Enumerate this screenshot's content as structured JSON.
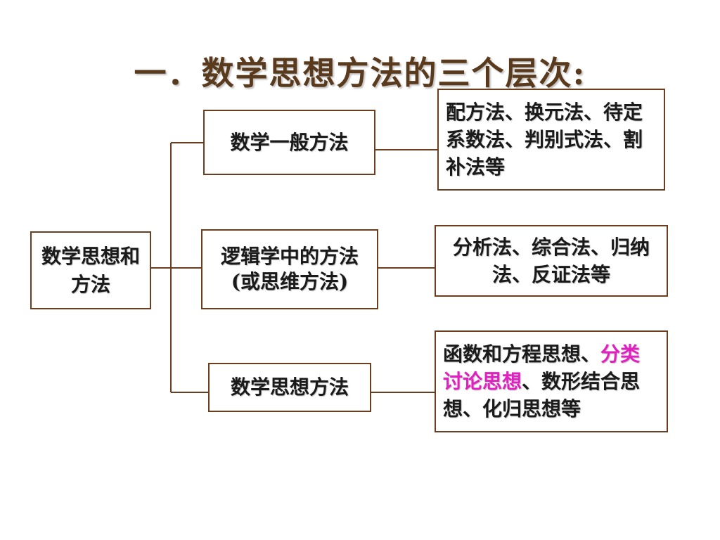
{
  "title": "一．数学思想方法的三个层次:",
  "root": {
    "label": "数学思想和方法"
  },
  "levels": [
    {
      "label": "数学一般方法",
      "examples": "配方法、换元法、待定系数法、判别式法、割补法等"
    },
    {
      "label": "逻辑学中的方法(或思维方法)",
      "examples": "分析法、综合法、归纳法、反证法等"
    },
    {
      "label": "数学思想方法",
      "examples_pre": "函数和方程思想、",
      "examples_highlight": "分类讨论思想",
      "examples_post": "、数形结合思想、化归思想等"
    }
  ],
  "colors": {
    "title": "#5a3a1c",
    "border": "#6b3e1f",
    "highlight": "#e020c0"
  }
}
